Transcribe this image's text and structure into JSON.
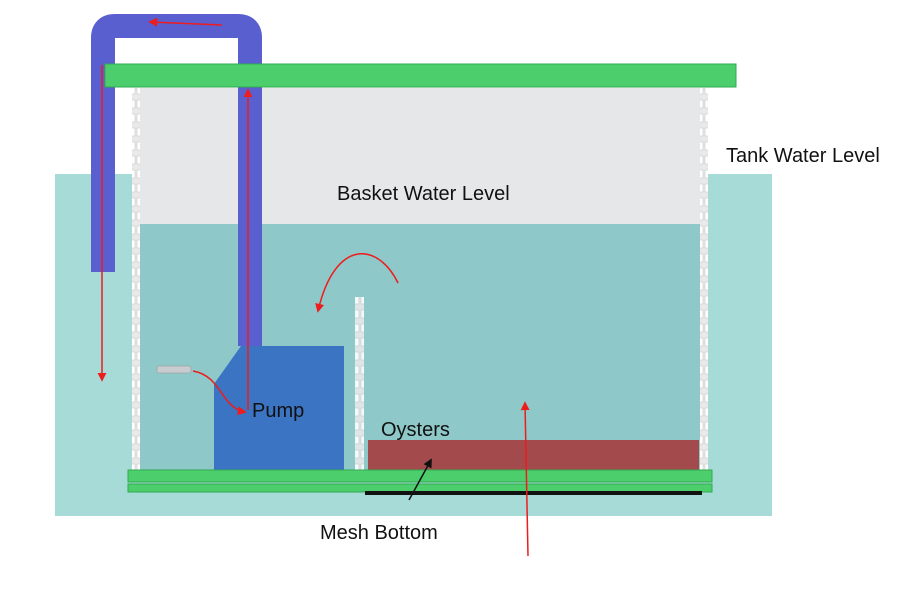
{
  "labels": {
    "tank_water_level": "Tank Water Level",
    "basket_water_level": "Basket Water Level",
    "pump": "Pump",
    "oysters": "Oysters",
    "mesh_bottom": "Mesh Bottom"
  },
  "colors": {
    "tank_water": "#a7dbd7",
    "basket_air": "#e6e7e9",
    "basket_water": "#8ec8c8",
    "pipe": "#5a5fd0",
    "lid": "#4cce6d",
    "pump": "#3b74c2",
    "oysters": "#a34a4c",
    "flow_arrow": "#ee1c1c",
    "pointer_arrow": "#111111"
  }
}
